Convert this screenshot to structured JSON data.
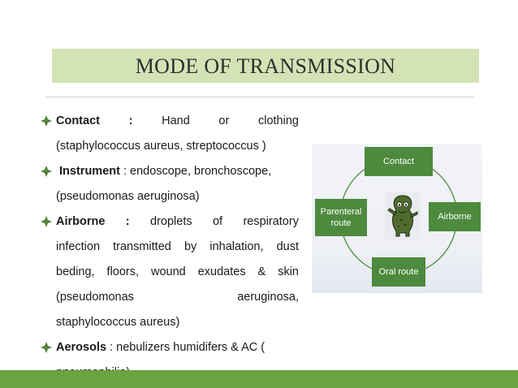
{
  "title": "MODE OF TRANSMISSION",
  "bullets": [
    {
      "label": "Contact",
      "sep": ":",
      "words": [
        "Hand",
        "or",
        "clothing"
      ],
      "line2": "(staphylococcus aureus, streptococcus )"
    },
    {
      "label": "Instrument",
      "rest": " : endoscope, bronchoscope,",
      "line2": "(pseudomonas aeruginosa)"
    },
    {
      "label": "Airborne",
      "sep": ":",
      "words": [
        "droplets",
        "of",
        "respiratory"
      ],
      "line2": "infection transmitted by inhalation, dust",
      "line3": "beding, floors, wound exudates & skin",
      "line4a": "(pseudomonas",
      "line4b": "aeruginosa,",
      "line5": "staphylococcus aureus)"
    },
    {
      "label": "Aerosols",
      "rest": " : nebulizers humidifers & AC (",
      "line2": "pneumophilia)"
    }
  ],
  "diagram": {
    "nodes": {
      "top": "Contact",
      "right": "Airborne",
      "bottom": "Oral route",
      "left_line1": "Parenteral",
      "left_line2": "route"
    }
  },
  "colors": {
    "title_band": "#d4e3b5",
    "bullet_mark": "#4e7d2e",
    "node_fill": "#4d8a3e",
    "footer": "#6aa33f"
  },
  "icons": [
    "diamond-bullet-icon",
    "germ-illustration"
  ]
}
